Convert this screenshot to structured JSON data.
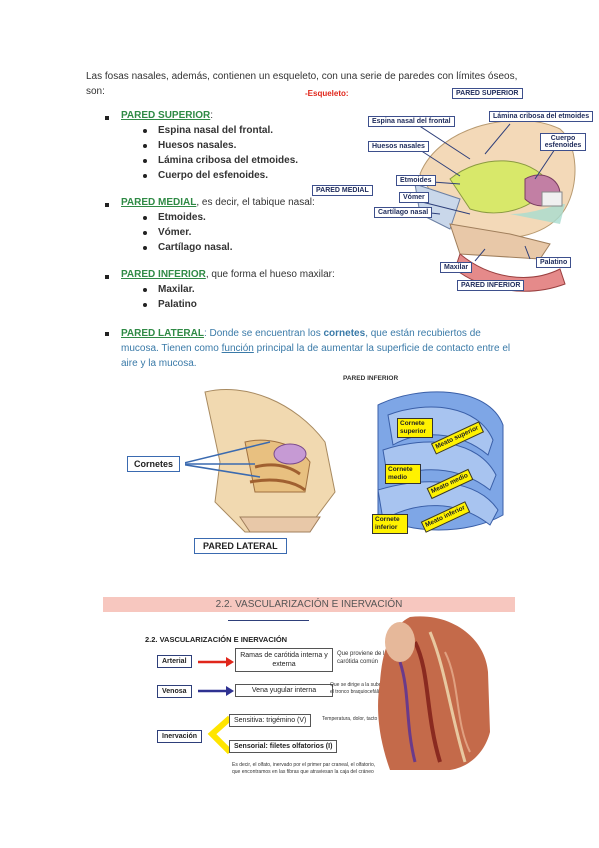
{
  "intro": {
    "text": "Las fosas nasales, además, contienen un esqueleto, con una serie de paredes con límites óseos, son:",
    "esqueleto_label": "-Esqueleto:"
  },
  "sections": [
    {
      "title": "PARED SUPERIOR",
      "rest": ":",
      "items": [
        "Espina nasal del frontal.",
        "Huesos nasales.",
        "Lámina cribosa del etmoides.",
        "Cuerpo del esfenoides."
      ]
    },
    {
      "title": "PARED MEDIAL",
      "rest": ", es decir, el tabique nasal:",
      "items": [
        "Etmoides.",
        "Vómer.",
        "Cartílago nasal."
      ]
    },
    {
      "title": "PARED INFERIOR",
      "rest": ", que forma el hueso maxilar:",
      "items": [
        "Maxilar.",
        "Palatino"
      ]
    }
  ],
  "lateral": {
    "title": "PARED LATERAL",
    "p1": ": Donde se encuentran los ",
    "bold": "cornetes",
    "p2": ", que están recubiertos de mucosa. Tienen como ",
    "link": "función",
    "p3": " principal la de aumentar la superficie de contacto entre el aire y la mucosa."
  },
  "diagram1": {
    "labels": {
      "pared_superior": "PARED SUPERIOR",
      "espina": "Espina nasal del frontal",
      "lamina": "Lámina cribosa del etmoides",
      "huesos": "Huesos nasales",
      "cuerpo": "Cuerpo esfenoides",
      "etmoides": "Etmoides",
      "pared_medial": "PARED MEDIAL",
      "vomer": "Vómer",
      "cartilago": "Cartílago nasal",
      "palatino": "Palatino",
      "maxilar": "Maxilar",
      "pared_inferior": "PARED INFERIOR"
    }
  },
  "diagram2": {
    "cornetes": "Cornetes",
    "pared_lateral": "PARED LATERAL",
    "pared_inferior": "PARED INFERIOR",
    "cornete_superior": "Cornete superior",
    "cornete_medio": "Cornete medio",
    "cornete_inferior": "Cornete inferior",
    "meato_superior": "Meato superior",
    "meato_medio": "Meato medio",
    "meato_inferior": "Meato inferior"
  },
  "section22": {
    "band": "2.2. VASCULARIZACIÓN E INERVACIÓN",
    "heading": "2.2. VASCULARIZACIÓN E INERVACIÓN",
    "arterial": "Arterial",
    "arterial_val": "Ramas de carótida interna y externa",
    "arterial_note": "Que proviene de la carótida común",
    "venosa": "Venosa",
    "venosa_val": "Vena yugular interna",
    "venosa_note": "Que se dirige a la subclavia y forma el tronco braquiocefálico",
    "inervacion": "Inervación",
    "sensitiva": "Sensitiva: trigémino (V)",
    "sensitiva_note": "Temperatura, dolor, tacto",
    "sensorial": "Sensorial: filetes olfatorios (I)",
    "footnote": "Es decir, el olfato, inervado por el primer par craneal, el olfatorio, que encontramos en las fibras que atraviesan la caja del cráneo"
  },
  "colors": {
    "green": "#2f8a45",
    "arrow_red": "#e0261b",
    "arrow_blue": "#2e3192",
    "bracket_yellow": "#ffe500",
    "band": "#f7c7bf"
  }
}
